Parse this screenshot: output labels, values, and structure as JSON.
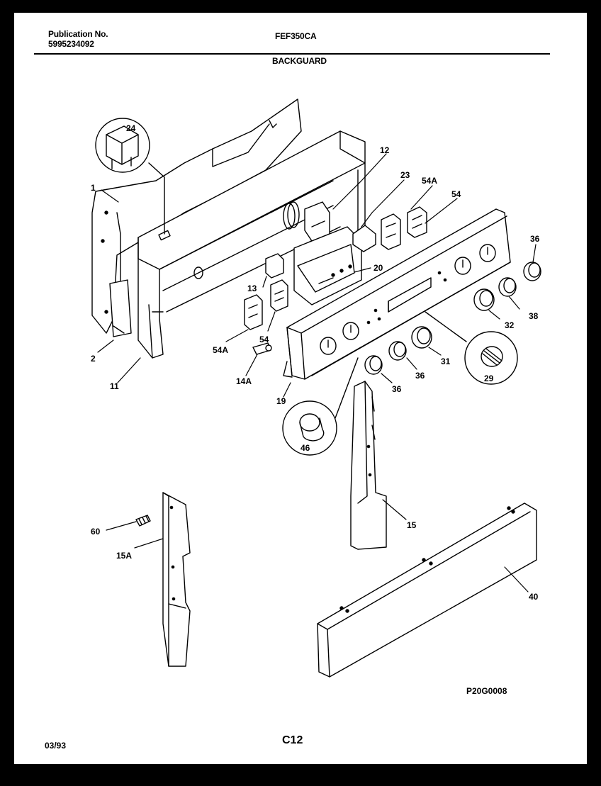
{
  "header": {
    "publication_label": "Publication No.",
    "publication_number": "5995234092",
    "model": "FEF350CA",
    "section": "BACKGUARD"
  },
  "footer": {
    "drawing_code": "P20G0008",
    "page": "C12",
    "date": "03/93"
  },
  "part_callouts": [
    {
      "id": "24",
      "label": "24"
    },
    {
      "id": "1",
      "label": "1"
    },
    {
      "id": "12",
      "label": "12"
    },
    {
      "id": "23",
      "label": "23"
    },
    {
      "id": "54a-top",
      "label": "54A"
    },
    {
      "id": "54-top",
      "label": "54"
    },
    {
      "id": "36-right",
      "label": "36"
    },
    {
      "id": "20",
      "label": "20"
    },
    {
      "id": "13",
      "label": "13"
    },
    {
      "id": "38",
      "label": "38"
    },
    {
      "id": "32",
      "label": "32"
    },
    {
      "id": "54",
      "label": "54"
    },
    {
      "id": "54a",
      "label": "54A"
    },
    {
      "id": "2",
      "label": "2"
    },
    {
      "id": "11",
      "label": "11"
    },
    {
      "id": "14a",
      "label": "14A"
    },
    {
      "id": "31",
      "label": "31"
    },
    {
      "id": "36-mid",
      "label": "36"
    },
    {
      "id": "36-low",
      "label": "36"
    },
    {
      "id": "29",
      "label": "29"
    },
    {
      "id": "19",
      "label": "19"
    },
    {
      "id": "46",
      "label": "46"
    },
    {
      "id": "60",
      "label": "60"
    },
    {
      "id": "15a",
      "label": "15A"
    },
    {
      "id": "15",
      "label": "15"
    },
    {
      "id": "40",
      "label": "40"
    }
  ]
}
